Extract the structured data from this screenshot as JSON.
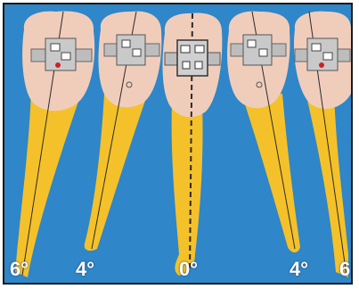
{
  "colors": {
    "background": "#2f86c8",
    "crown": "#f0cdbb",
    "root": "#f4c12a",
    "bracket": "#b9b9b9",
    "ligature": "#cc2222",
    "axis": "#2b2b2b"
  },
  "teeth": [
    {
      "id": "tooth-1",
      "angle_label": "6°"
    },
    {
      "id": "tooth-2",
      "angle_label": "4°"
    },
    {
      "id": "tooth-3",
      "angle_label": "0°"
    },
    {
      "id": "tooth-4",
      "angle_label": "4°"
    },
    {
      "id": "tooth-5",
      "angle_label": "6"
    }
  ]
}
